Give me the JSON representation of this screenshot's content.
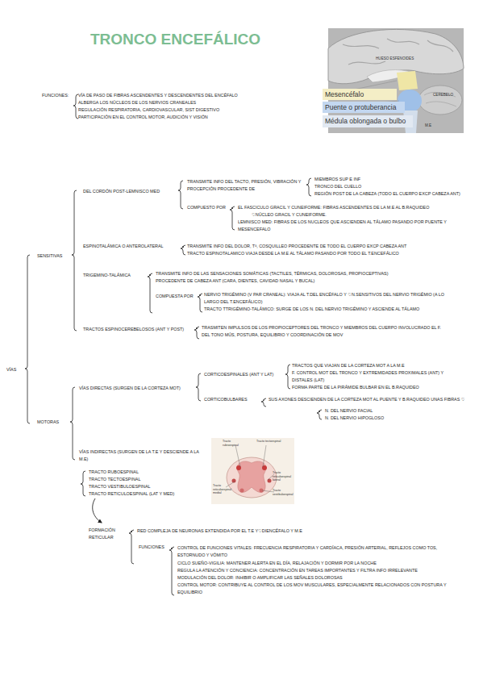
{
  "diagram": {
    "title": "TRONCO ENCEFÁLICO",
    "labels": [
      "FUNCIONES:",
      "VÍA DE PASO DE FIBRAS ASCENDENTES Y DESCENDENTES DEL ENCÉFALO",
      "ALBERGA LOS NÚCLEOS DE LOS NERVIOS CRANEALES",
      "REGULACIÓN RESPIRATORIA, CARDIOVASCULAR, SIST DIGESTIVO",
      "PARTICIPACIÓN EN EL CONTROL MOTOR, AUDICIÓN Y VISIÓN",
      "HUESO ESFENOIDES",
      "CEREBELO",
      "M.E",
      "VÍAS",
      "SENSITIVAS",
      "DEL CORDÓN POST-LEMNISCO MED",
      "TRANSMITE INFO DEL TACTO, PRESIÓN, VIBRACIÓN Y PROCEPCIÓN PROCEDENTE DE",
      "MIEMBROS SUP E INF",
      "TRONCO DEL CUELLO",
      "REGIÓN POST DE LA CABEZA (TODO EL CUERPO EXCP CABEZA ANT)",
      "COMPUESTO POR",
      "EL FASCICULO GRACIL Y CUNEIFORME: FIBRAS ASCENDENTES DE LA M.E AL B.RAQUIDEO",
      "♡NÚCLEO GRACIL Y CUNEIFORME.",
      "LEMNISCO MED: FIBRAS DE LOS NUCLEOS QUE ASCIENDEN AL TÁLAMO PASANDO POR PUENTE Y MESENCEFALO",
      "ESPINOTALÁMICA O ANTEROLATERAL",
      "TRANSMITE INFO DEL DOLOR, Tª, COSQUILLEO PROCEDENTE DE TODO EL CUERPO EXCP CABEZA ANT",
      "TRACTO ESPINOTALAMICO VIAJA DESDE LA M.E AL TÁLAMO PASANDO POR TODO EL T.ENCEFÁLICO",
      "TRIGEMINO-TALÁMICA",
      "TRANSMITE INFO DE LAS SENSACIONES SOMÁTICAS (TACTILES, TÉRMICAS, DOLOROSAS, PROPIOCEPTIVAS) PROCEDENTE DE CABEZA ANT (CARA, DIENTES, CAVIDAD NASAL Y BUCAL)",
      "COMPUESTA POR",
      "NERVIO TRIGÉMINO (V PAR CRANEAL): VIAJA AL T.DEL ENCÉFALO Y ♡N.SENSITIVOS DEL NERVIO TRIGÉMIO (A LO LARGO DEL T.ENCEFÁLICO)",
      "TRACTO TTRIGÉMINO-TALÁMICO: SURGE DE LOS N. DEL NERVIO TRIGÉMINO Y ASCIENDE AL TÁLAMO",
      "TRACTOS ESPINOCEREBELOSOS (ANT Y POST)",
      "TRASMITEN IMPULSOS DE LOS PROPIOCEPTORES DEL TRONCO Y MIEMBROS DEL CUERPO INVOLUCRADO EL F. DEL TONO MÚS, POSTURA, EQUILIBRIO Y COORDINACIÓN DE MOV",
      "MOTORAS",
      "VÍAS DIRECTAS (SURGEN DE LA CORTEZA MOT)",
      "CORTICOESPINALES (ANT Y LAT)",
      "TRACTOS QUE VIAJAN DE LA CORTEZA MOT A LA M.E",
      "F. CONTROL MOT DEL TRONCO Y EXTREMIDADES PROXIMALES (ANT) Y DISTALES (LAT)",
      "FORMA PARTE DE LA PIRÁMIDE BULBAR EN EL B.RAQUIDEO",
      "CORTICOBULBARES",
      "SUS AXONES DESCIENDEN DE LA CORTEZA MOT AL PUENTE Y B.RAQUIDEO UNAS FIBRAS ♡",
      "N. DEL NERVIO FACIAL",
      "N. DEL NERVIO HIPOGLOSO",
      "VÍAS INDIRECTAS (SURGEN DE LA T.E Y DESCIENDE A LA M.E)",
      "Tracto rubroespinal",
      "Tracto tectoespinal",
      "Tracto reticuloespinal lateral",
      "Tracto vestibuloespinal",
      "Tracto reticuloespinal medial",
      "TRACTO RUBOESPINAL",
      "TRACTO TECTOESPINAL",
      "TRACTO VESTIBULOESPINAL",
      "TRACTO RETICULOESPINAL (LAT Y MED)",
      "FORMACIÓN RETICULAR",
      "RED COMPLEJA DE NEURONAS EXTENDIDA POR EL T.E Y♡DIENCÉFALO Y M.E",
      "FUNCIONES",
      "CONTROL DE FUNCIONES VITALES: FRECUENCIA RESPIRATORIA Y CARDÍACA, PRESIÓN ARTERIAL, REFLEJOS COMO TOS, ESTORNUDO Y VÓMITO",
      "CICLO SUEÑO-VIGILIA: MANTENER ALERTA EN EL DÍA, RELAJACIÓN Y DORMIR POR LA NOCHE",
      "REGULA LA ATENCIÓN Y CONCIENCIA: CONCENTRACIÓN EN TAREAS IMPORTANTES Y FILTRA INFO IRRELEVANTE",
      "MODULACIÓN DEL DOLOR: INHIBIR O AMPLIFICAR LAS SEÑALES DOLOROSAS",
      "CONTROL MOTOR: CONTRIBUYE AL CONTROL DE LOS MOV MUSCULARES, ESPECIALMENTE RELACIONADOS CON POSTURA Y EQUILIBRIO"
    ],
    "legend": [
      {
        "text": "Mesencéfalo",
        "color": "#f4eec6"
      },
      {
        "text": "Puente o protuberancia",
        "color": "#c3d7f0"
      },
      {
        "text": "Médula oblongada o bulbo",
        "color": "#e2e9f2"
      }
    ]
  }
}
